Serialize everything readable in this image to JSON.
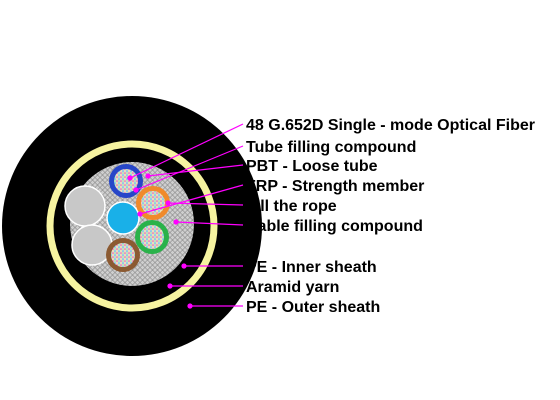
{
  "diagram": {
    "labels": [
      {
        "id": "fiber",
        "text": "48 G.652D Single - mode Optical Fiber"
      },
      {
        "id": "tube-filling",
        "text": "Tube filling compound"
      },
      {
        "id": "pbt",
        "text": "PBT - Loose tube"
      },
      {
        "id": "frp",
        "text": "FRP - Strength member"
      },
      {
        "id": "fill-rope",
        "text": "Fill the rope"
      },
      {
        "id": "cable-filling",
        "text": "Cable filling compound"
      },
      {
        "id": "pe-inner",
        "text": "PE - Inner sheath"
      },
      {
        "id": "aramid",
        "text": "Aramid yarn"
      },
      {
        "id": "pe-outer",
        "text": "PE - Outer sheath"
      }
    ],
    "colors": {
      "outer_sheath": "#000000",
      "aramid_yarn": "#f6f3a0",
      "cable_filling": "#c7c7c7",
      "frp": "#19b0e8",
      "filler": "#c8c8c8",
      "tube_blue": "#2746c8",
      "tube_orange": "#f08a2c",
      "tube_green": "#2ab24a",
      "tube_brown": "#8b5a32",
      "leader_line": "#ff00ff"
    }
  }
}
